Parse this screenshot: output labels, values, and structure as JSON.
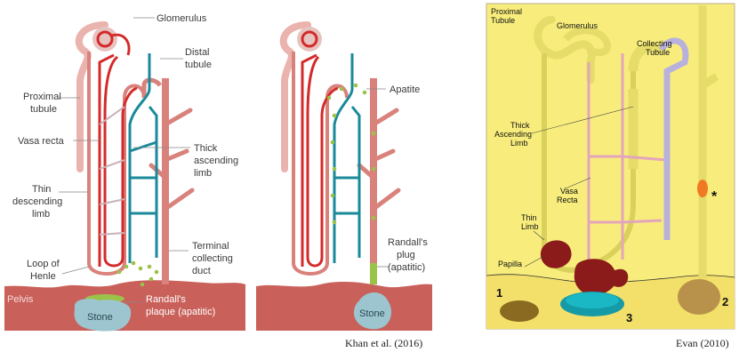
{
  "panel_left": {
    "labels": {
      "glomerulus": "Glomerulus",
      "distal_tubule_1": "Distal",
      "distal_tubule_2": "tubule",
      "proximal_tubule_1": "Proximal",
      "proximal_tubule_2": "tubule",
      "vasa_recta": "Vasa recta",
      "thick_limb_1": "Thick",
      "thick_limb_2": "ascending",
      "thick_limb_3": "limb",
      "thin_limb_1": "Thin",
      "thin_limb_2": "descending",
      "thin_limb_3": "limb",
      "terminal_duct_1": "Terminal",
      "terminal_duct_2": "collecting",
      "terminal_duct_3": "duct",
      "loop_1": "Loop of",
      "loop_2": "Henle",
      "pelvis": "Pelvis",
      "randall_plaque_1": "Randall's",
      "randall_plaque_2": "plaque (apatitic)",
      "stone": "Stone"
    }
  },
  "panel_middle": {
    "labels": {
      "apatite": "Apatite",
      "randall_plug_1": "Randall's",
      "randall_plug_2": "plug",
      "randall_plug_3": "(apatitic)",
      "stone": "Stone"
    }
  },
  "panel_right": {
    "labels": {
      "proximal_1": "Proximal",
      "proximal_2": "Tubule",
      "glomerulus": "Glomerulus",
      "collecting_1": "Collecting",
      "collecting_2": "Tubule",
      "thick_1": "Thick",
      "thick_2": "Ascending",
      "thick_3": "Limb",
      "vasa_1": "Vasa",
      "vasa_2": "Recta",
      "thin_1": "Thin",
      "thin_2": "Limb",
      "papilla": "Papilla",
      "num_1": "1",
      "num_2": "2",
      "num_3": "3",
      "asterisk": "*"
    }
  },
  "captions": {
    "left": "Khan et al. (2016)",
    "right": "Evan (2010)"
  },
  "colors": {
    "tubule_pink": "#e3a3a0",
    "artery_red": "#d42a2a",
    "vein_teal": "#1a8a9a",
    "pelvis": "#c9605a",
    "stone": "#9cc5cf",
    "apatite_green": "#9bc34a",
    "evan_yellow": "#f8ed7c",
    "evan_plaque": "#8b1a1a"
  }
}
